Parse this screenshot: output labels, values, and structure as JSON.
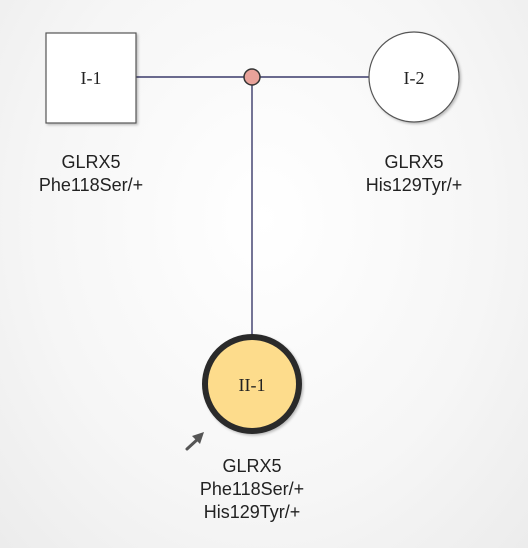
{
  "individuals": {
    "i1": {
      "id_label": "I-1",
      "sex": "male",
      "affected": false,
      "gene": "GLRX5",
      "variant": "Phe118Ser/+"
    },
    "i2": {
      "id_label": "I-2",
      "sex": "female",
      "affected": false,
      "gene": "GLRX5",
      "variant": "His129Tyr/+"
    },
    "ii1": {
      "id_label": "II-1",
      "sex": "female",
      "affected": true,
      "proband": true,
      "gene": "GLRX5",
      "variant_1": "Phe118Ser/+",
      "variant_2": "His129Tyr/+"
    }
  },
  "colors": {
    "line": "#3a3a6a",
    "mating_node": "#e8a29a",
    "affected_fill": "#fddc8c",
    "unaffected_fill": "#ffffff",
    "proband_border": "#2a2a2a",
    "arrow": "#555555"
  }
}
